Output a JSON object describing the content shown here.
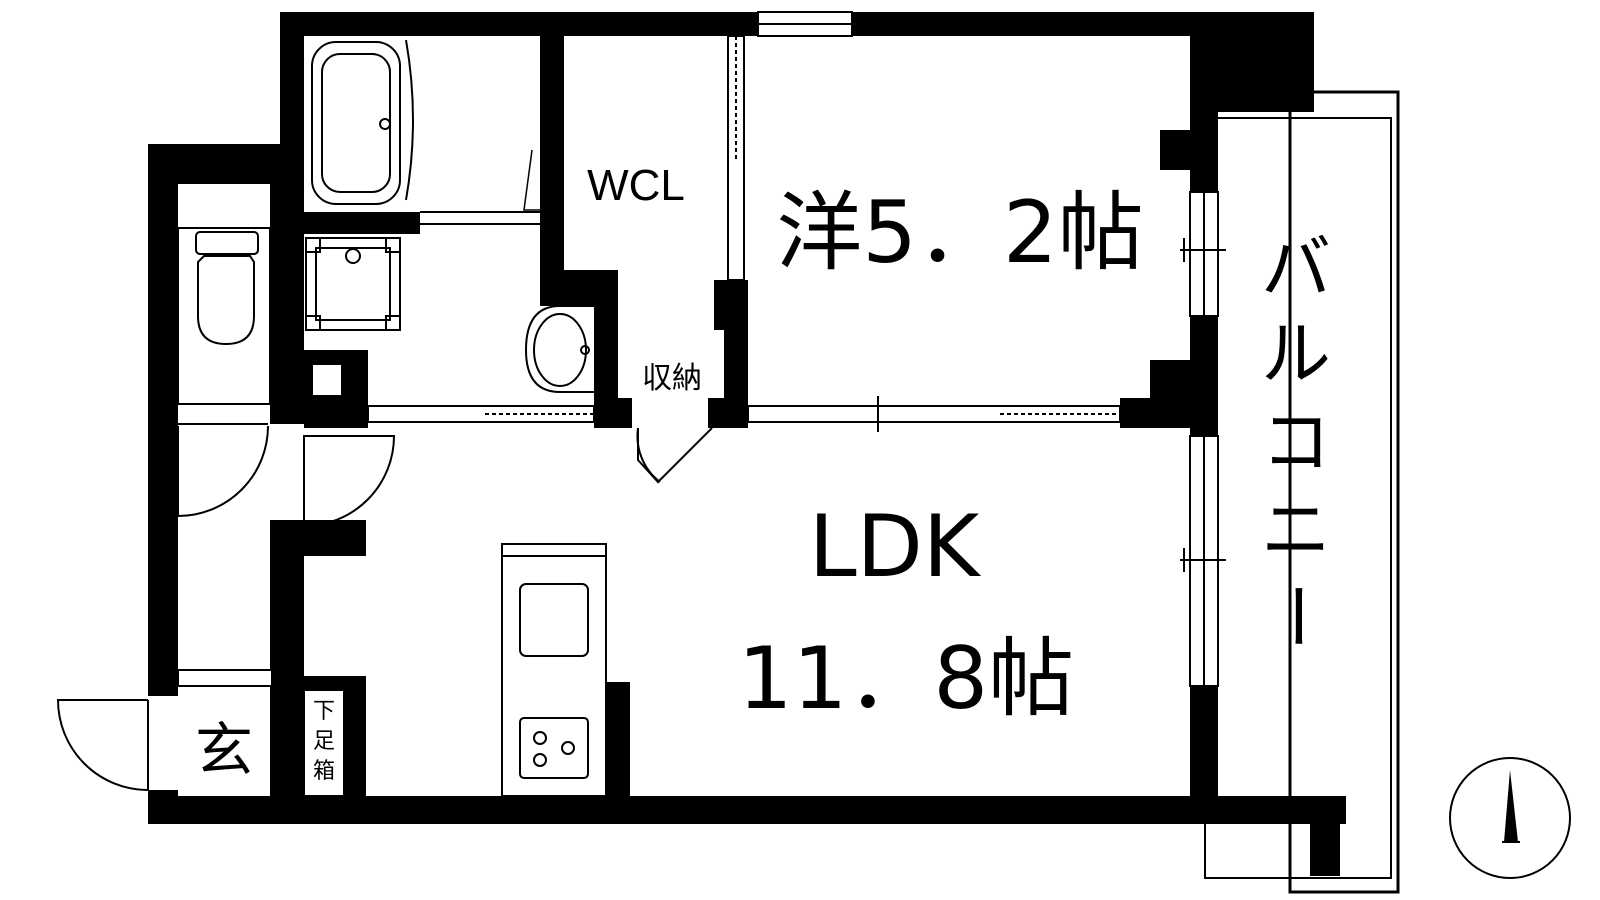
{
  "rooms": {
    "wcl": "WCL",
    "western": "洋5．2帖",
    "ldk_name": "LDK",
    "ldk_size": "11．8帖",
    "storage": "収納",
    "entrance": "玄",
    "shoe_box": [
      "下",
      "足",
      "箱"
    ],
    "balcony": [
      "バ",
      "ル",
      "コ",
      "ニ",
      "ー"
    ]
  },
  "colors": {
    "wall": "#000000",
    "background": "#ffffff"
  },
  "icons": [
    "bathtub-icon",
    "toilet-icon",
    "washbasin-icon",
    "washing-machine-pan-icon",
    "kitchen-sink-icon",
    "stove-icon",
    "north-arrow-icon"
  ]
}
